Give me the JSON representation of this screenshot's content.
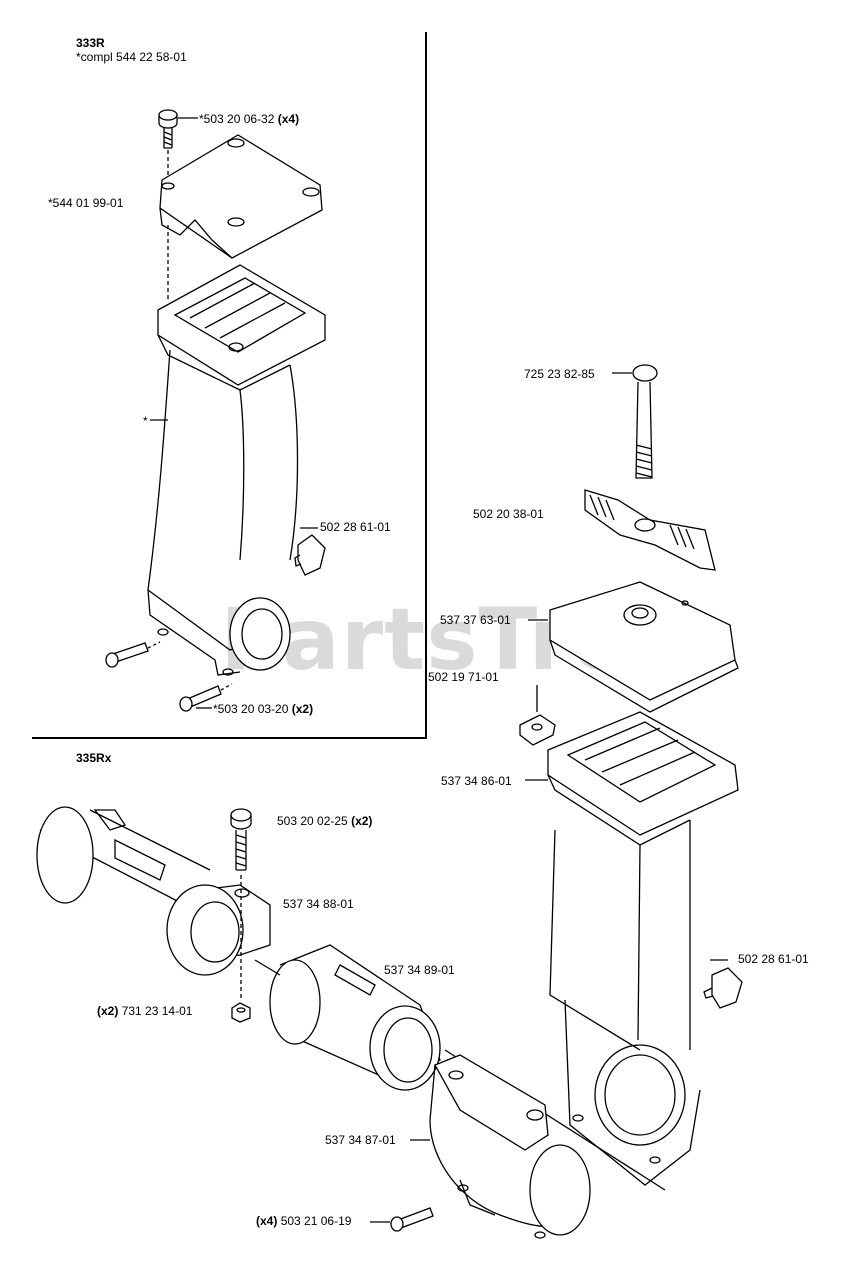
{
  "sections": {
    "top": {
      "model": "333R",
      "compl": "*compl 544 22 58-01"
    },
    "bottom": {
      "model": "335Rx"
    }
  },
  "labels": {
    "p1": "*503 20 06-32",
    "p1_qty": "(x4)",
    "p2": "*544 01 99-01",
    "p3": "*",
    "p4": "502 28 61-01",
    "p5": "*503 20 03-20",
    "p5_qty": "(x2)",
    "p6": "725 23 82-85",
    "p7": "502 20 38-01",
    "p8": "537 37 63-01",
    "p9": "502 19 71-01",
    "p10": "537 34 86-01",
    "p11": "502 28 61-01",
    "p12": "503 20 02-25",
    "p12_qty": "(x2)",
    "p13": "537 34 88-01",
    "p14": "537 34 89-01",
    "p15_qty": "(x2)",
    "p15": "731 23 14-01",
    "p16": "537 34 87-01",
    "p17_qty": "(x4)",
    "p17": "503 21 06-19"
  },
  "watermark": "PartsTree"
}
